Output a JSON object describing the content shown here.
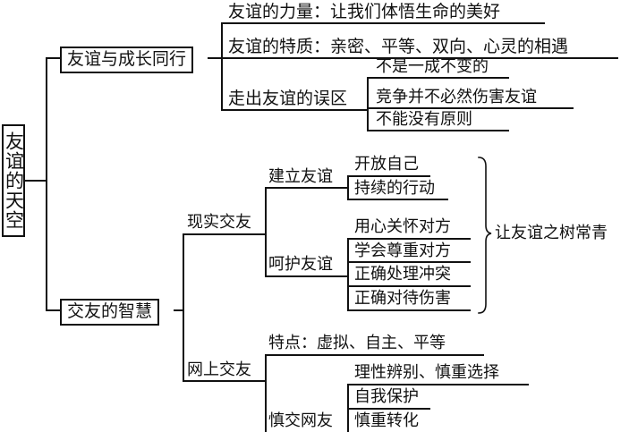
{
  "root": "友谊的天空",
  "b1": {
    "label": "友谊与成长同行",
    "c1": "友谊的力量：让我们体悟生命的美好",
    "c2": "友谊的特质：亲密、平等、双向、心灵的相遇",
    "c3": {
      "label": "走出友谊的误区",
      "items": [
        "不是一成不变的",
        "竞争并不必然伤害友谊",
        "不能没有原则"
      ]
    }
  },
  "b2": {
    "label": "交友的智慧",
    "real": {
      "label": "现实交友",
      "build": {
        "label": "建立友谊",
        "items": [
          "开放自己",
          "持续的行动"
        ]
      },
      "care": {
        "label": "呵护友谊",
        "items": [
          "用心关怀对方",
          "学会尊重对方",
          "正确处理冲突",
          "正确对待伤害"
        ]
      },
      "summary": "让友谊之树常青"
    },
    "online": {
      "label": "网上交友",
      "feature": "特点：虚拟、自主、平等",
      "careful": {
        "label": "慎交网友",
        "items": [
          "理性辨别、慎重选择",
          "自我保护",
          "慎重转化"
        ]
      }
    }
  }
}
